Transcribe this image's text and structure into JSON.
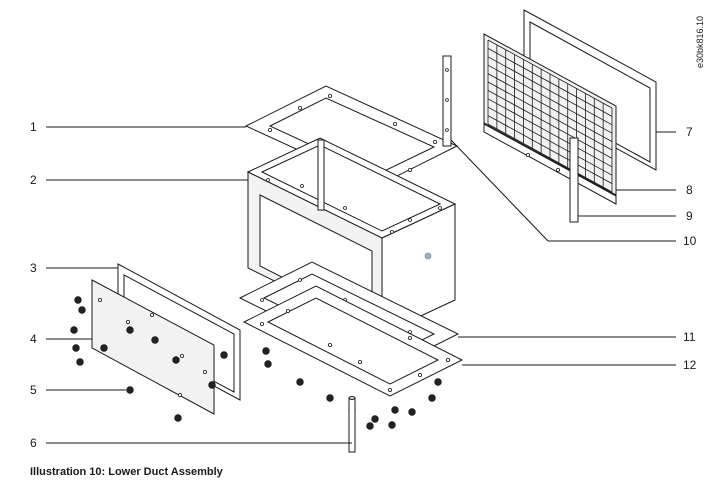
{
  "document_id": "e30bk816.10",
  "caption": "Illustration 10: Lower Duct Assembly",
  "callouts": [
    "1",
    "2",
    "3",
    "4",
    "5",
    "6",
    "7",
    "8",
    "9",
    "10",
    "11",
    "12"
  ]
}
